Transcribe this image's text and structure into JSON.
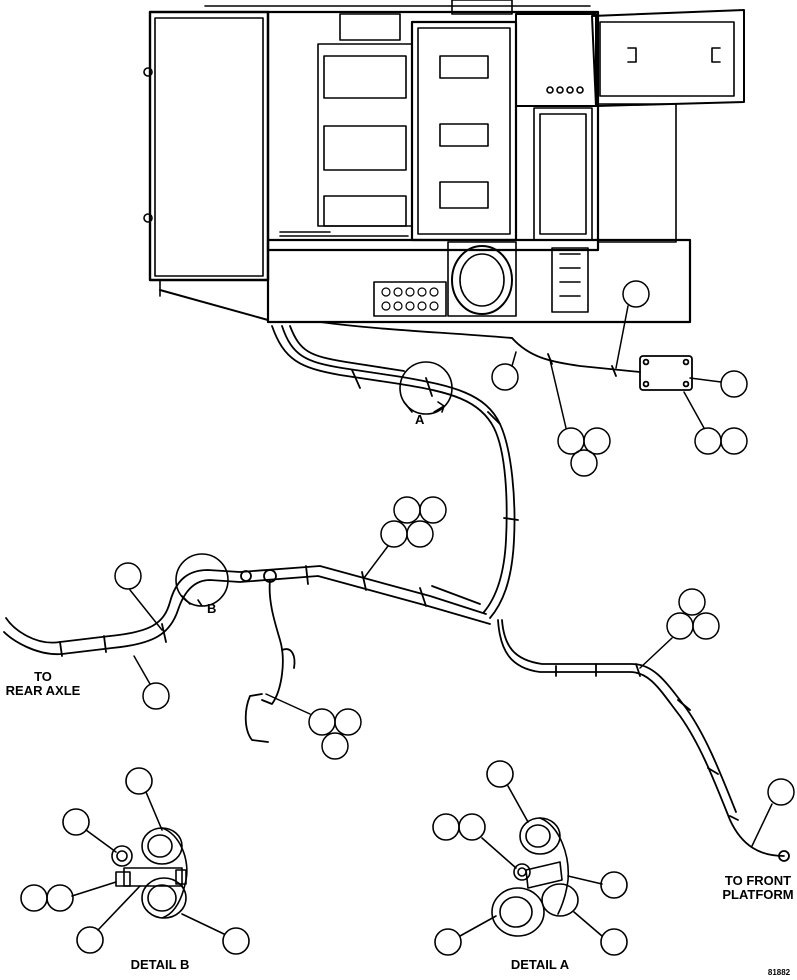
{
  "labels": {
    "to_rear_axle": "TO\nREAR AXLE",
    "to_front_platform": "TO FRONT\nPLATFORM",
    "detail_a": "DETAIL A",
    "detail_b": "DETAIL B",
    "marker_a": "A",
    "marker_b": "B",
    "figure_code": "81882"
  },
  "colors": {
    "ink": "#000000",
    "paper": "#ffffff"
  }
}
